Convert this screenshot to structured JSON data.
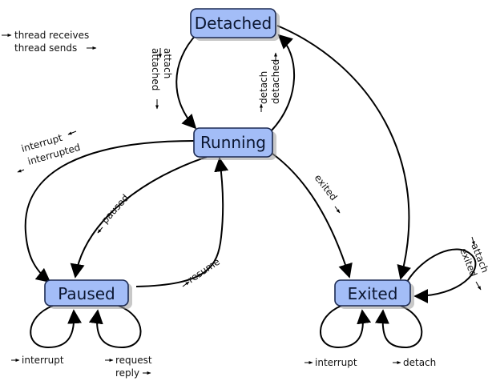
{
  "legend": {
    "receives": "thread receives",
    "sends": "thread sends"
  },
  "states": {
    "detached": "Detached",
    "running": "Running",
    "paused": "Paused",
    "exited": "Exited"
  },
  "transitions": {
    "attach": "attach",
    "attached": "attached",
    "detach": "detach",
    "detached": "detached",
    "interrupt": "interrupt",
    "interrupted": "interrupted",
    "paused": "paused",
    "resume": "resume",
    "exited": "exited",
    "request": "request",
    "reply": "reply",
    "exit_attach": "attach",
    "exit_exited": "exited",
    "exit_interrupt": "interrupt",
    "exit_detach": "detach"
  }
}
